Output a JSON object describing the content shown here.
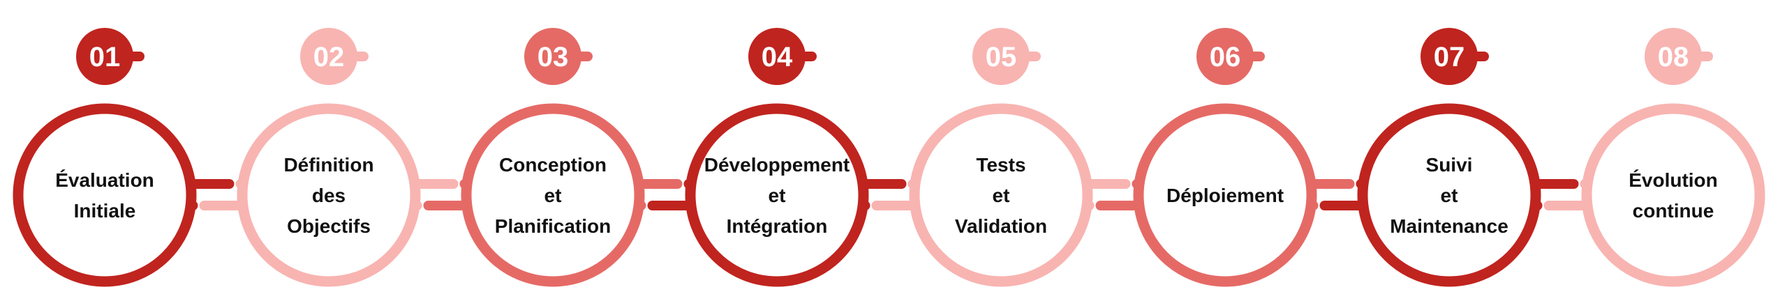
{
  "colors": {
    "dark": "#c0241f",
    "light": "#f8b4b1",
    "medium": "#e56a66"
  },
  "steps": [
    {
      "number": "01",
      "label_lines": [
        "Évaluation",
        "Initiale"
      ],
      "color": "dark"
    },
    {
      "number": "02",
      "label_lines": [
        "Définition",
        "des",
        "Objectifs"
      ],
      "color": "light"
    },
    {
      "number": "03",
      "label_lines": [
        "Conception",
        "et",
        "Planification"
      ],
      "color": "medium"
    },
    {
      "number": "04",
      "label_lines": [
        "Développement",
        "et",
        "Intégration"
      ],
      "color": "dark"
    },
    {
      "number": "05",
      "label_lines": [
        "Tests",
        "et",
        "Validation"
      ],
      "color": "light"
    },
    {
      "number": "06",
      "label_lines": [
        "Déploiement"
      ],
      "color": "medium"
    },
    {
      "number": "07",
      "label_lines": [
        "Suivi",
        "et",
        "Maintenance"
      ],
      "color": "dark"
    },
    {
      "number": "08",
      "label_lines": [
        "Évolution",
        "continue"
      ],
      "color": "light"
    }
  ]
}
